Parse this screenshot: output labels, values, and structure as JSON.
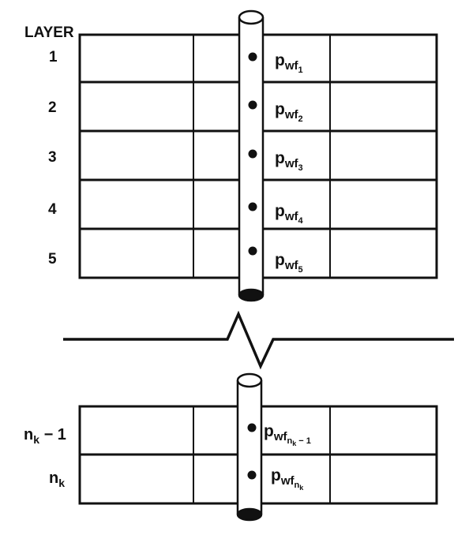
{
  "diagram": {
    "header": "LAYER",
    "top_block_layers": [
      {
        "number": "1",
        "p": "p",
        "wf": "wf",
        "index": "1"
      },
      {
        "number": "2",
        "p": "p",
        "wf": "wf",
        "index": "2"
      },
      {
        "number": "3",
        "p": "p",
        "wf": "wf",
        "index": "3"
      },
      {
        "number": "4",
        "p": "p",
        "wf": "wf",
        "index": "4"
      },
      {
        "number": "5",
        "p": "p",
        "wf": "wf",
        "index": "5"
      }
    ],
    "bottom_block_layers": [
      {
        "n": "n",
        "k": "k",
        "suffix": " − 1",
        "p": "p",
        "wf": "wf",
        "sub_n": "n",
        "sub_k": "k",
        "sub_suffix": " − 1"
      },
      {
        "n": "n",
        "k": "k",
        "suffix": "",
        "p": "p",
        "wf": "wf",
        "sub_n": "n",
        "sub_k": "k",
        "sub_suffix": ""
      }
    ],
    "colors": {
      "line": "#111111",
      "background": "#ffffff"
    }
  }
}
